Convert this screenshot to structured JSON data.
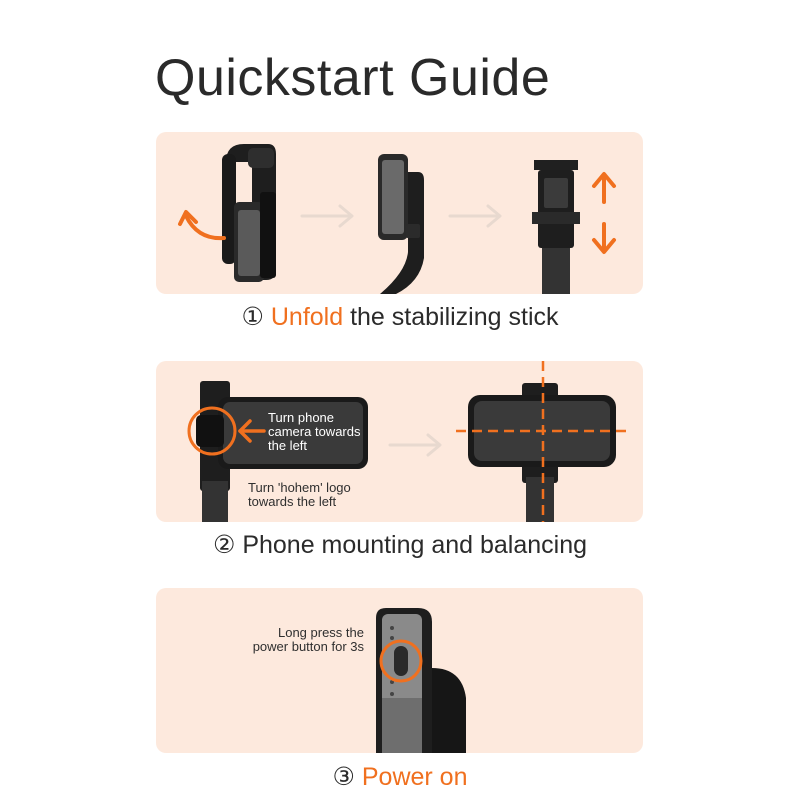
{
  "title": "Quickstart Guide",
  "colors": {
    "accent": "#f0701f",
    "panel": "#fde9dd",
    "device": "#1e1e1e"
  },
  "steps": [
    {
      "number": "①",
      "highlight": "Unfold",
      "text": " the stabilizing stick"
    },
    {
      "number": "②",
      "highlight": "",
      "text": " Phone mounting and balancing",
      "note_camera": [
        "Turn phone",
        "camera towards",
        "the left"
      ],
      "note_logo": [
        "Turn 'hohem' logo",
        "towards the left"
      ]
    },
    {
      "number": "③",
      "highlight": "Power on",
      "text": "",
      "note_power": [
        "Long press the",
        "power button for 3s"
      ]
    }
  ],
  "icons": [
    "curved-arrow-icon",
    "right-arrow-icon",
    "up-down-arrow-icon",
    "crosshair-icon",
    "power-button-icon"
  ]
}
